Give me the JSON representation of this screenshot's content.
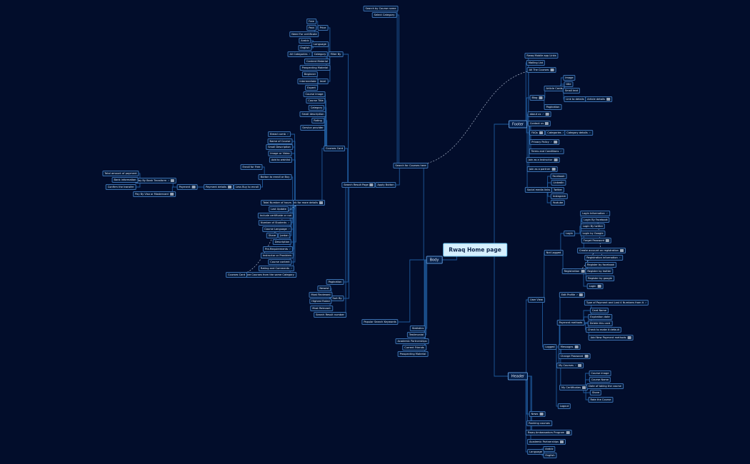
{
  "map": {
    "root": "Rwaq Home page",
    "branches": {
      "body": "Body",
      "footer": "Footer",
      "header": "Header"
    }
  },
  "nodes": {
    "rwaq_home": "Rwaq Home page",
    "body": "Body",
    "footer": "Footer",
    "header": "Header",
    "search_course_name": "Search by Course name",
    "select_category": "Select Category",
    "search_courses_here": "Search for Courses here",
    "apply_button": "Apply Button",
    "search_result_page": "Search Result Page",
    "popular_search_keywords": "Popular Search Keywords",
    "statistics": "Statistics",
    "testimonial": "Testimonial",
    "academic_partnerships_body": "Academic Partnerships",
    "current_friends": "Current Friends",
    "prospecting_material_body": "Prospecting Material",
    "filter_by": "Filter By",
    "price": "Price",
    "free": "Free",
    "paid": "Paid",
    "need_certificate": "Need For certificate",
    "language_filter": "Language",
    "arabic": "Arabic",
    "english_filter": "English",
    "category_filter": "Category",
    "all_categories": "All Categories",
    "content_material": "Content Material",
    "prospecting_material": "Prospecting Material",
    "level": "level",
    "beginner": "Beginner",
    "intermediate": "Intermediate",
    "expert": "Expert",
    "courses_card": "Courses Card",
    "course_image": "Course image",
    "course_title": "Course Title",
    "category_card": "Category",
    "small_description": "Small description",
    "rating": "Rating",
    "service_provider": "Service provider",
    "link_more_details": "Link for more details",
    "bread_cumb": "Bread cumb",
    "name_of_course": "Name of Course",
    "small_description_2": "Small Description",
    "image_or_video": "Image or Video",
    "add_to_wishlist": "Add to wishlist",
    "enroll_for_free": "Enroll for Free",
    "button_enroll_buy": "Button to enroll or Buy",
    "total_number_hours": "Total Number of hours",
    "last_update": "Last Update",
    "include_certificate": "Include certificate or not",
    "number_of_students": "Number of Students",
    "course_language": "Course Language",
    "share": "Share",
    "jordan": "Jordan",
    "description": "Description",
    "pre_requirements": "Pre-Requirements",
    "instructor_providers": "Instructor or Providers",
    "course_content": "Course content",
    "rating_comments": "Rating and Comments",
    "more_courses_same_category": "More Courses from the same Category",
    "courses_card_2": "Courses Card",
    "less_buy_course": "Less Buy to enroll",
    "payment_details": "Payment details",
    "payment": "Payment",
    "pay_bank_transform": "Pay By Bank Transform",
    "pay_visa": "Pay By Visa or Mastercard",
    "total_amount_payment": "Total amount of payment",
    "bank_information": "Bank information",
    "confirm_transfer": "Confirm the transfer",
    "pagination": "Pagination",
    "sort_by": "Sort By",
    "newest": "Newest",
    "most_reviewed": "Most Reviewed",
    "highest_rated": "Highest Rated",
    "most_relevant": "Most Relevant",
    "search_result_number": "Search Result number",
    "rwaq_mobile_app": "Rwaq Mobile app Links",
    "mailing_list": "Mailing List",
    "all_courses": "All The Courses",
    "blog": "Blog",
    "article_cards": "Article Cards",
    "image_blog": "Image",
    "title_blog": "title",
    "small_text": "Small text",
    "link_details": "Link to details",
    "article_details": "Article details",
    "pagination_blog": "Pagination",
    "about_us": "about us",
    "contact_us": "Contact us",
    "faqs": "FAQs",
    "categories": "Categories",
    "category_details": "Category details",
    "privacy_policy": "Privacy Policy",
    "terms": "Terms and Conditions",
    "join_instructor": "Join as a Instructor",
    "join_partner": "Join as a partner",
    "social_media": "Social media links",
    "facebook": "Facebook",
    "linkedin": "LinkedIn",
    "twitter": "Twitter",
    "instagram": "Instagram",
    "youtube": "Youtube",
    "not_logged": "Not Logged",
    "login": "Login",
    "login_information": "Login Information",
    "login_facebook": "Login By Facebook",
    "login_twitter": "Login By twitter",
    "login_google": "Login by Google",
    "forget_password": "Forget Password",
    "create_account": "Create account on registration",
    "registration": "Registration",
    "registration_information": "Registration information",
    "register_facebook": "Register by facebook",
    "register_twitter": "Register by twitter",
    "register_google": "Register by google",
    "login_reg": "Login",
    "logged": "Logged",
    "user_view": "User View",
    "edit_profile": "Edit Profile",
    "payment_methods": "Payment methods",
    "type_payment": "Type of Payment and Last 4 Numbers from it",
    "card_name": "Card Name",
    "expiration_date": "Expiration date",
    "delete_card": "Delete this card",
    "check_default": "Check to make it default",
    "add_payment_method": "Add New Payment methods",
    "messages": "Messages",
    "change_password": "Change Password",
    "my_courses": "My Courses",
    "my_certificates": "My Certificates",
    "cert_course_image": "Course image",
    "cert_course_name": "Course Name",
    "date_taking": "Date of taking the course",
    "share_cert": "Share",
    "rate_course": "Rate the Course",
    "logout": "Logout",
    "news": "News",
    "ranking_courses": "Ranking courses",
    "ambassadors": "Rwaq Ambassadors Program",
    "academic_partnerships_header": "Academic Partnerships",
    "language_header": "Language",
    "arabic_header": "Arabic",
    "english_header": "English"
  },
  "colors": {
    "background": "#020d2b",
    "line": "#1f5a9c",
    "dashed": "#c7d3e6",
    "root_fill": "#d6f0ff"
  },
  "icons": [
    "image-icon",
    "link-icon",
    "note-icon"
  ]
}
